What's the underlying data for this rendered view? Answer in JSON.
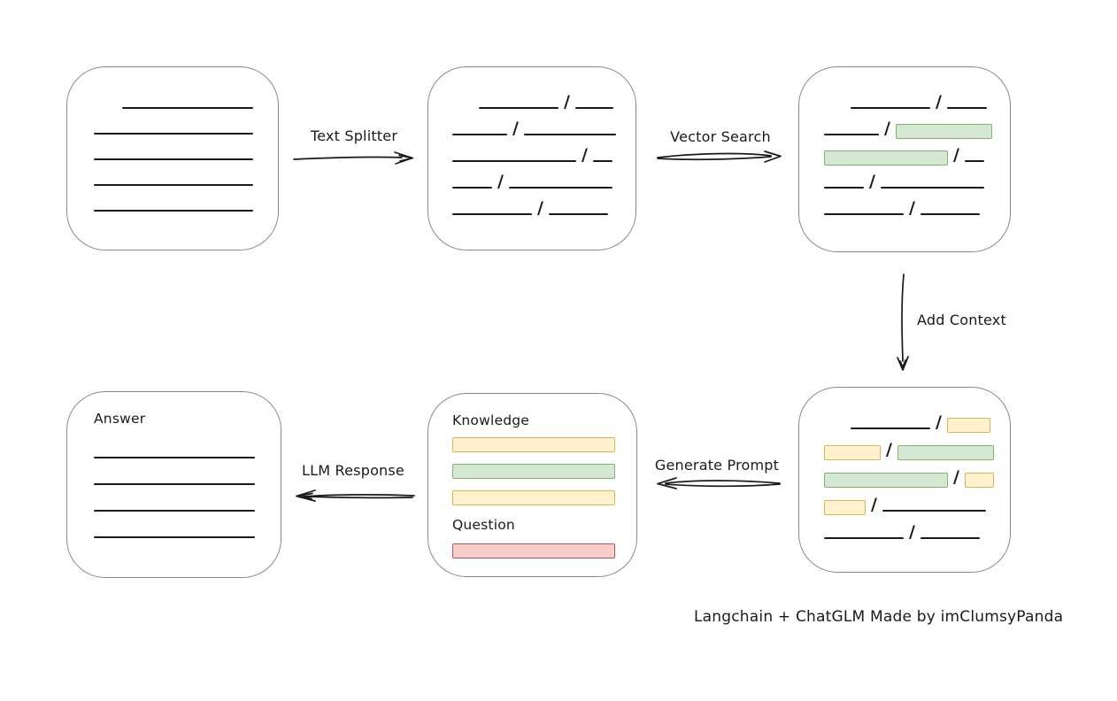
{
  "slash_char": "/",
  "colors": {
    "ink": "#1a1a1a",
    "box_border": "#8a8a8a",
    "green_fill": "#d5e8d4",
    "green_border": "#82b366",
    "yellow_fill": "#fff2cc",
    "yellow_border": "#d6b656",
    "red_fill": "#f8cecc",
    "red_border": "#b85450"
  },
  "arrows": {
    "text_splitter": {
      "label": "Text Splitter",
      "direction": "right"
    },
    "vector_search": {
      "label": "Vector Search",
      "direction": "right"
    },
    "add_context": {
      "label": "Add Context",
      "direction": "down"
    },
    "generate_prompt": {
      "label": "Generate Prompt",
      "direction": "left"
    },
    "llm_response": {
      "label": "LLM Response",
      "direction": "left"
    }
  },
  "boxes": {
    "source_document": {
      "lines": [
        {
          "indent": 32,
          "w": 148
        },
        {
          "indent": 0,
          "w": 180
        },
        {
          "indent": 0,
          "w": 180
        },
        {
          "indent": 0,
          "w": 180
        },
        {
          "indent": 0,
          "w": 180
        }
      ]
    },
    "split_chunks": {
      "rows": [
        {
          "indent": 30,
          "segs": [
            {
              "t": "line",
              "w": 90
            },
            {
              "t": "slash"
            },
            {
              "t": "line",
              "w": 43
            }
          ]
        },
        {
          "indent": 0,
          "segs": [
            {
              "t": "line",
              "w": 62
            },
            {
              "t": "slash"
            },
            {
              "t": "line",
              "w": 104
            }
          ]
        },
        {
          "indent": 0,
          "segs": [
            {
              "t": "line",
              "w": 140
            },
            {
              "t": "slash"
            },
            {
              "t": "line",
              "w": 22
            }
          ]
        },
        {
          "indent": 0,
          "segs": [
            {
              "t": "line",
              "w": 45
            },
            {
              "t": "slash"
            },
            {
              "t": "line",
              "w": 117
            }
          ]
        },
        {
          "indent": 0,
          "segs": [
            {
              "t": "line",
              "w": 90
            },
            {
              "t": "slash"
            },
            {
              "t": "line",
              "w": 67
            }
          ]
        }
      ]
    },
    "vector_store": {
      "rows": [
        {
          "indent": 30,
          "segs": [
            {
              "t": "line",
              "w": 90
            },
            {
              "t": "slash"
            },
            {
              "t": "line",
              "w": 45
            }
          ]
        },
        {
          "indent": 0,
          "segs": [
            {
              "t": "line",
              "w": 62
            },
            {
              "t": "slash"
            },
            {
              "t": "green",
              "w": 107
            }
          ]
        },
        {
          "indent": 0,
          "segs": [
            {
              "t": "green",
              "w": 138
            },
            {
              "t": "slash"
            },
            {
              "t": "line",
              "w": 22
            }
          ]
        },
        {
          "indent": 0,
          "segs": [
            {
              "t": "line",
              "w": 45
            },
            {
              "t": "slash"
            },
            {
              "t": "line",
              "w": 117
            }
          ]
        },
        {
          "indent": 0,
          "segs": [
            {
              "t": "line",
              "w": 90
            },
            {
              "t": "slash"
            },
            {
              "t": "line",
              "w": 67
            }
          ]
        }
      ]
    },
    "context_chunks": {
      "rows": [
        {
          "indent": 30,
          "segs": [
            {
              "t": "line",
              "w": 90
            },
            {
              "t": "slash"
            },
            {
              "t": "yellow",
              "w": 47
            }
          ]
        },
        {
          "indent": 0,
          "segs": [
            {
              "t": "yellow",
              "w": 62
            },
            {
              "t": "slash"
            },
            {
              "t": "green",
              "w": 107
            }
          ]
        },
        {
          "indent": 0,
          "segs": [
            {
              "t": "green",
              "w": 138
            },
            {
              "t": "slash"
            },
            {
              "t": "yellow",
              "w": 31
            }
          ]
        },
        {
          "indent": 0,
          "segs": [
            {
              "t": "yellow",
              "w": 45
            },
            {
              "t": "slash"
            },
            {
              "t": "line",
              "w": 117
            }
          ]
        },
        {
          "indent": 0,
          "segs": [
            {
              "t": "line",
              "w": 90
            },
            {
              "t": "slash"
            },
            {
              "t": "line",
              "w": 67
            }
          ]
        }
      ]
    },
    "prompt": {
      "knowledge_label": "Knowledge",
      "question_label": "Question",
      "knowledge_bars": [
        {
          "color": "yellow"
        },
        {
          "color": "green"
        },
        {
          "color": "yellow"
        }
      ],
      "question_bars": [
        {
          "color": "red"
        }
      ]
    },
    "answer": {
      "title": "Answer",
      "lines": [
        {
          "indent": 0,
          "w": 182
        },
        {
          "indent": 0,
          "w": 182
        },
        {
          "indent": 0,
          "w": 182
        },
        {
          "indent": 0,
          "w": 182
        }
      ]
    }
  },
  "footer": {
    "credit": "Langchain + ChatGLM Made by imClumsyPanda"
  }
}
